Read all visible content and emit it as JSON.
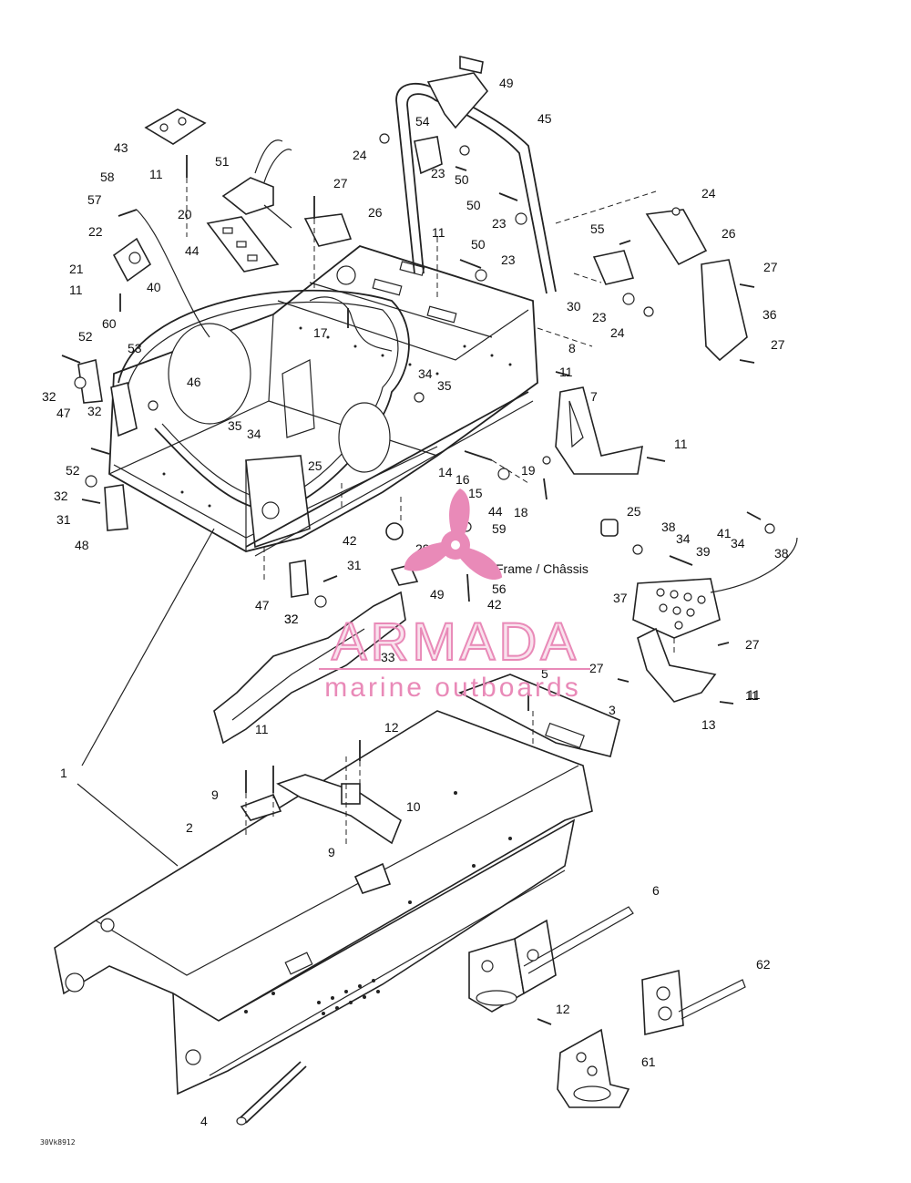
{
  "diagram": {
    "caption": "Frame / Châssis",
    "drawing_code": "30Vk8912",
    "callouts": [
      "1",
      "2",
      "3",
      "4",
      "5",
      "6",
      "7",
      "8",
      "9",
      "9",
      "10",
      "11",
      "11",
      "11",
      "11",
      "11",
      "11",
      "11",
      "11",
      "12",
      "12",
      "13",
      "14",
      "15",
      "16",
      "17",
      "18",
      "19",
      "20",
      "21",
      "22",
      "23",
      "23",
      "23",
      "23",
      "24",
      "24",
      "24",
      "25",
      "25",
      "26",
      "26",
      "27",
      "27",
      "27",
      "27",
      "27",
      "29",
      "30",
      "31",
      "31",
      "32",
      "32",
      "32",
      "32",
      "32",
      "33",
      "34",
      "34",
      "34",
      "34",
      "35",
      "35",
      "36",
      "37",
      "38",
      "38",
      "39",
      "40",
      "41",
      "42",
      "42",
      "43",
      "44",
      "44",
      "45",
      "46",
      "47",
      "47",
      "48",
      "49",
      "49",
      "50",
      "50",
      "50",
      "51",
      "52",
      "52",
      "53",
      "54",
      "55",
      "56",
      "57",
      "58",
      "59",
      "60",
      "61",
      "62"
    ]
  },
  "watermark": {
    "brand": "ARMADA",
    "tagline": "marine outboards",
    "color": "#e98ab8"
  }
}
